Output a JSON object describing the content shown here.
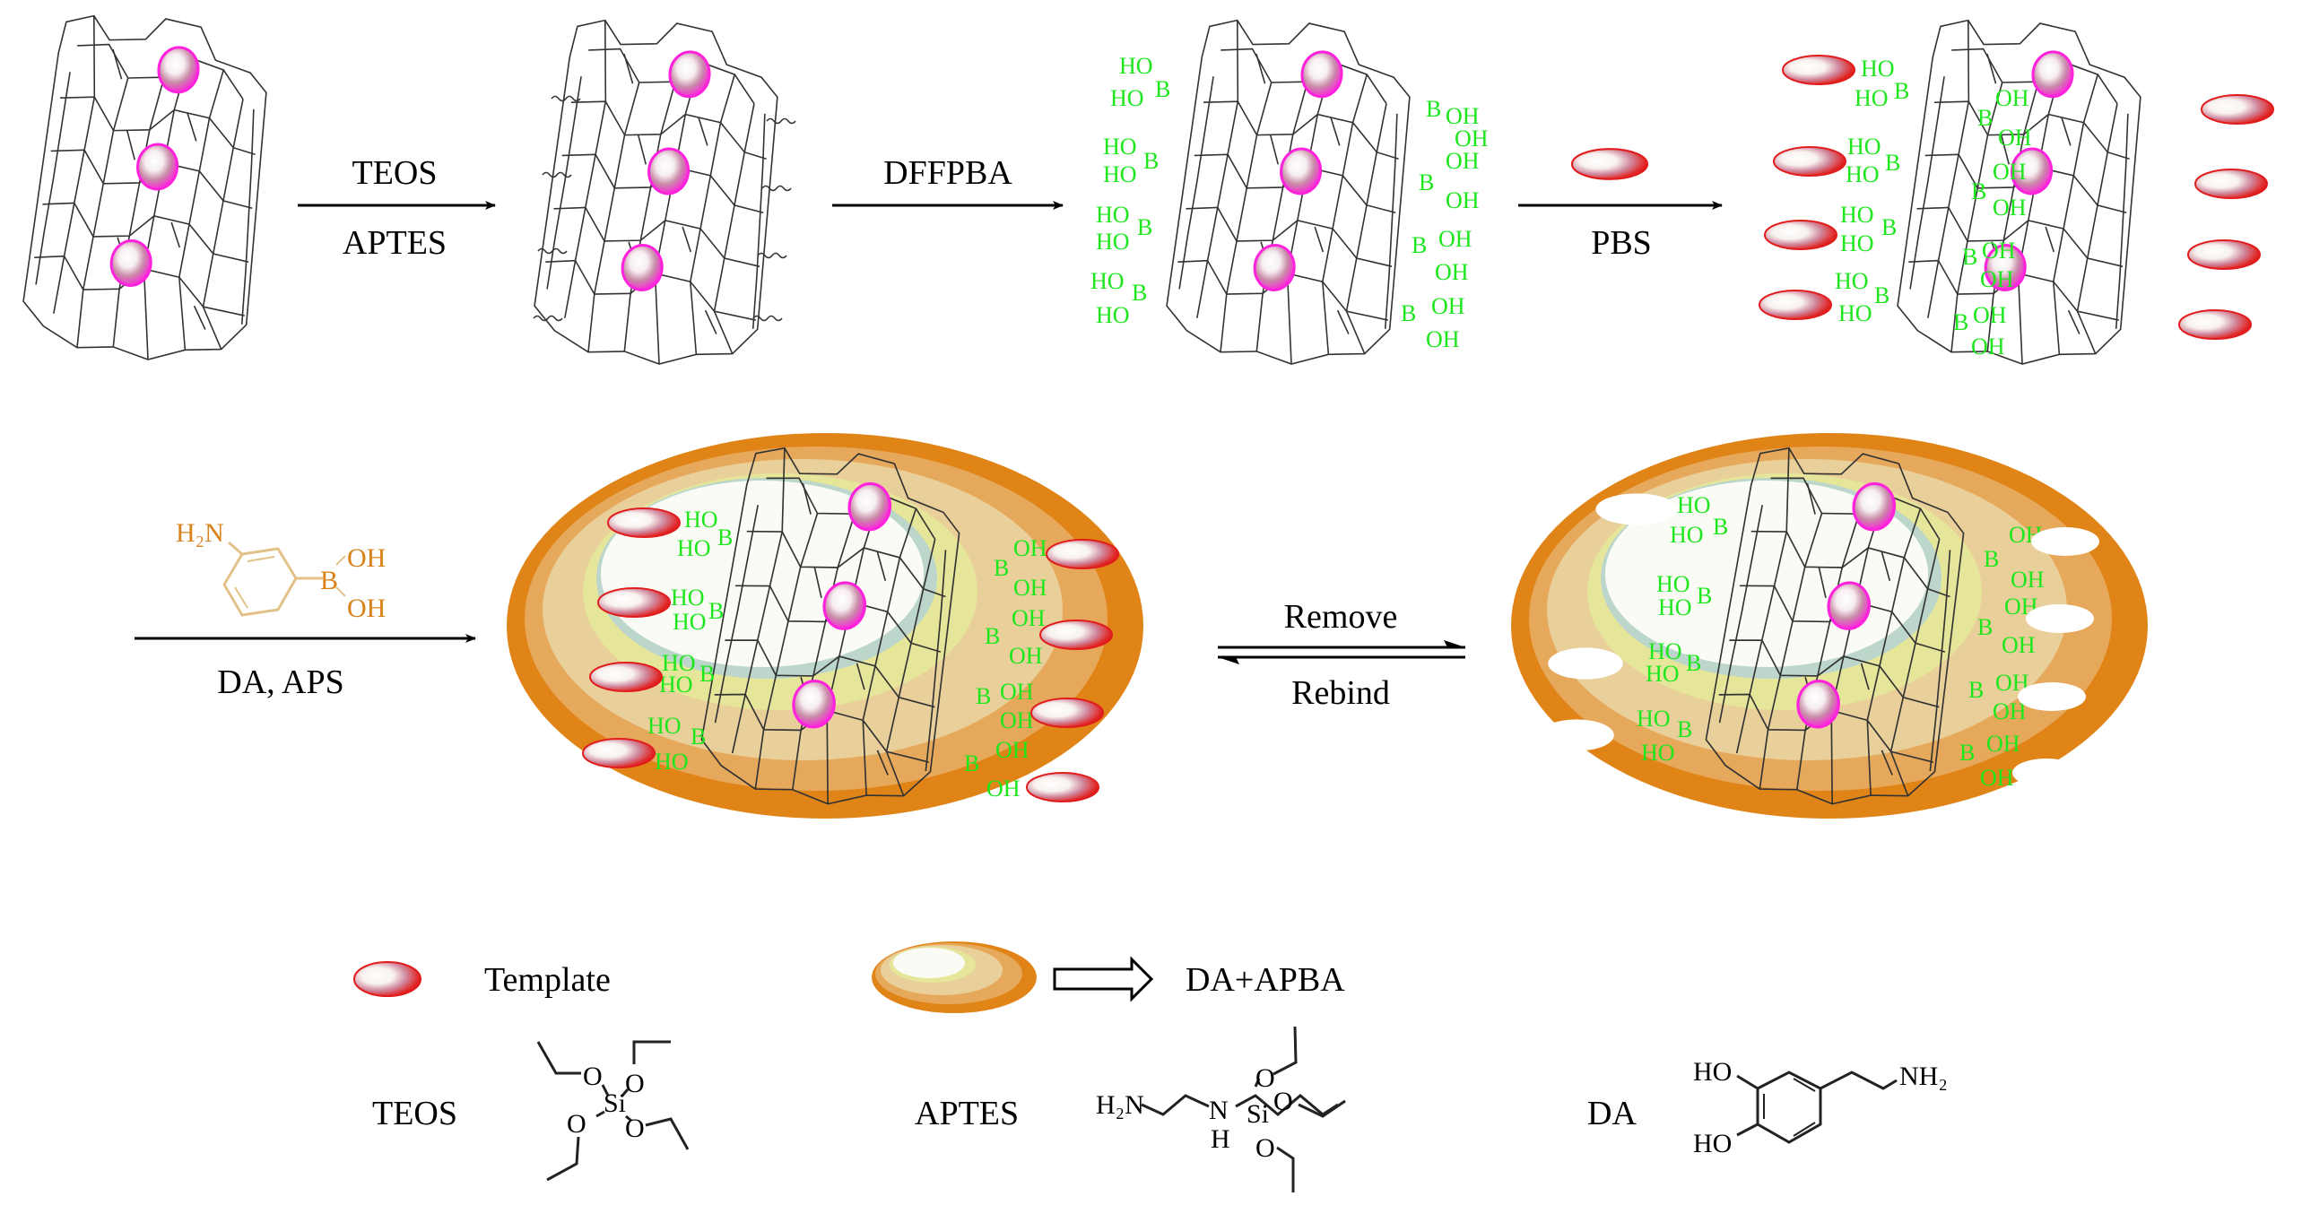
{
  "title": "Preparation scheme of boronate-affinity molecularly imprinted polymer on nanotubes",
  "step_labels": {
    "step1_top": "TEOS",
    "step1_bottom": "APTES",
    "step2_top": "DFFPBA",
    "step3_bottom": "PBS",
    "step4_bottom": "DA, APS",
    "equilibrium_top": "Remove",
    "equilibrium_bottom": "Rebind"
  },
  "boronic_groups": {
    "left_top_ho": "HO",
    "left_b": "B",
    "left_bottom_ho": "HO",
    "right_oh": "OH",
    "right_b": "B",
    "alt_ho": "HO"
  },
  "apba_structure": {
    "amine": "H₂N",
    "boron": "B",
    "hydroxyl_top": "OH",
    "hydroxyl_bottom": "OH"
  },
  "legend": {
    "template_label": "Template",
    "shell_label": "DA+APBA"
  },
  "reagents": [
    {
      "name": "TEOS",
      "atoms": {
        "si": "Si",
        "o": "O"
      }
    },
    {
      "name": "APTES",
      "atoms": {
        "amine": "H₂N",
        "n": "N",
        "h": "H",
        "si": "Si",
        "o": "O"
      }
    },
    {
      "name": "DA",
      "atoms": {
        "ho_top": "HO",
        "ho_bottom": "HO",
        "amine": "NH₂"
      }
    }
  ],
  "colors": {
    "sphere": "#ff22dd",
    "template": "#e01c1c",
    "boronic_text": "#1de61d",
    "apba_text": "#d9821a",
    "shell_outer": "#e08418",
    "shell_mid": "#e6a85a",
    "shell_inner": "#e9cf9a",
    "shell_yellow": "#e6e69a",
    "shell_core": "#fbfbf6"
  }
}
